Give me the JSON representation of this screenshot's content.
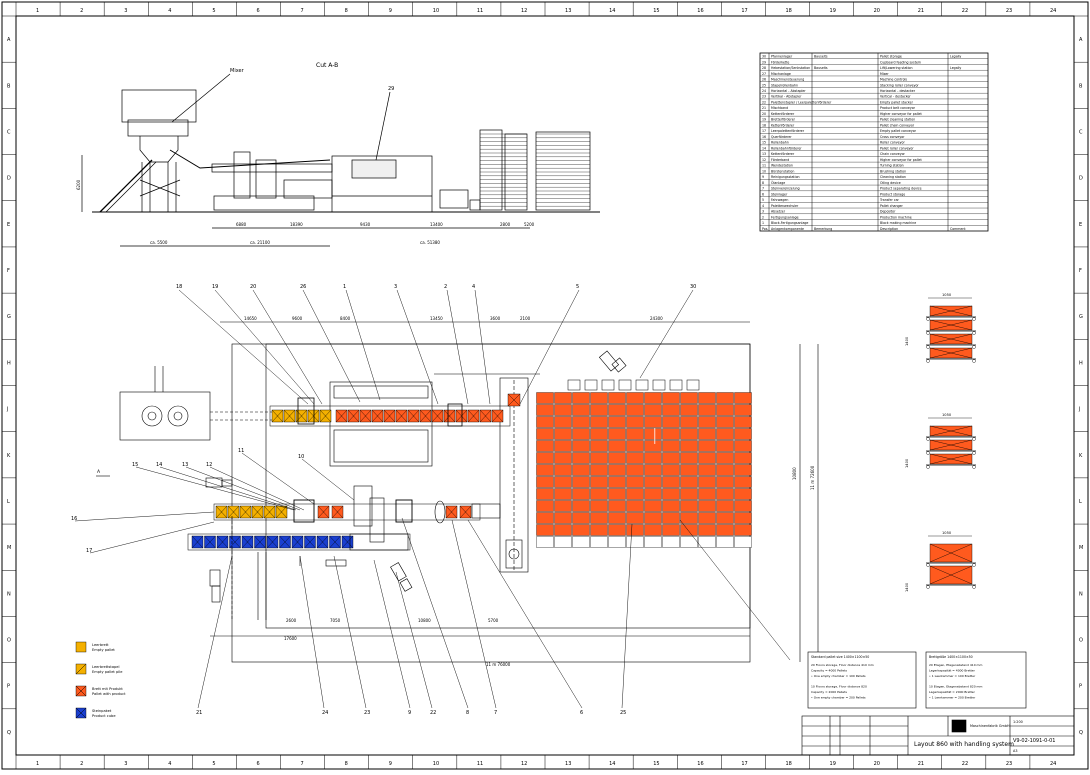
{
  "sheet": {
    "top_numbers": [
      "1",
      "2",
      "3",
      "4",
      "5",
      "6",
      "7",
      "8",
      "9",
      "10",
      "11",
      "12",
      "13",
      "14",
      "15",
      "16",
      "17",
      "18",
      "19",
      "20",
      "21",
      "22",
      "23",
      "24"
    ],
    "side_letters": [
      "A",
      "B",
      "C",
      "D",
      "E",
      "F",
      "G",
      "H",
      "J",
      "K",
      "L",
      "M",
      "N",
      "O",
      "P",
      "Q"
    ]
  },
  "section": {
    "title": "Cut A-B",
    "mixer_label": "Mixer",
    "callout": "29",
    "dim_height": "6200",
    "dims_top": [
      "6880",
      "18390",
      "9430",
      "13400",
      "2800",
      "5200"
    ],
    "dims_bottom": [
      "ca. 5500",
      "ca. 21100",
      "ca. 51380"
    ]
  },
  "parts_table": {
    "rows": [
      {
        "no": "30",
        "de": "Pfannenlager",
        "qty": "Bauseits",
        "en": "Pallet storage",
        "note": "Legally"
      },
      {
        "no": "29",
        "de": "Förderkette",
        "qty": "",
        "en": "Cupboard feeding system",
        "note": ""
      },
      {
        "no": "28",
        "de": "Hebestation/Senkstation",
        "qty": "Bauseits",
        "en": "Lift/Lowering station",
        "note": "Legally"
      },
      {
        "no": "27",
        "de": "Mischanlage",
        "qty": "",
        "en": "Mixer",
        "note": ""
      },
      {
        "no": "26",
        "de": "Maschinensteuerung",
        "qty": "",
        "en": "Machine controls",
        "note": ""
      },
      {
        "no": "25",
        "de": "Stapelrollenbahn",
        "qty": "",
        "en": "Stacking roller conveyor",
        "note": ""
      },
      {
        "no": "24",
        "de": "Horizontal - Abstapler",
        "qty": "",
        "en": "Horizontal - destacker",
        "note": ""
      },
      {
        "no": "23",
        "de": "Vertikal - Abstapler",
        "qty": "",
        "en": "Vertical - destacker",
        "note": ""
      },
      {
        "no": "22",
        "de": "Palettenstapler / Leerpalettenförderer",
        "qty": "",
        "en": "Empty pallet stacker",
        "note": ""
      },
      {
        "no": "21",
        "de": "Mischband",
        "qty": "",
        "en": "Product belt conveyor",
        "note": ""
      },
      {
        "no": "20",
        "de": "Kettenförderer",
        "qty": "",
        "en": "Higher conveyor for pallet",
        "note": ""
      },
      {
        "no": "19",
        "de": "Bretterförderer",
        "qty": "",
        "en": "Pallet cleaning station",
        "note": ""
      },
      {
        "no": "18",
        "de": "Kettenförderer",
        "qty": "",
        "en": "Pallet chain conveyor",
        "note": ""
      },
      {
        "no": "17",
        "de": "Leerpalettenförderer",
        "qty": "",
        "en": "Empty pallet conveyor",
        "note": ""
      },
      {
        "no": "16",
        "de": "Querförderer",
        "qty": "",
        "en": "Cross conveyor",
        "note": ""
      },
      {
        "no": "15",
        "de": "Rollenbahn",
        "qty": "",
        "en": "Roller conveyor",
        "note": ""
      },
      {
        "no": "14",
        "de": "Rollenbahnförderer",
        "qty": "",
        "en": "Pallet roller conveyor",
        "note": ""
      },
      {
        "no": "13",
        "de": "Kettenförderer",
        "qty": "",
        "en": "Chain conveyor",
        "note": ""
      },
      {
        "no": "12",
        "de": "Förderband",
        "qty": "",
        "en": "Higher conveyor for pallet",
        "note": ""
      },
      {
        "no": "11",
        "de": "Wendestation",
        "qty": "",
        "en": "Turning station",
        "note": ""
      },
      {
        "no": "10",
        "de": "Bürstenstation",
        "qty": "",
        "en": "Brushing station",
        "note": ""
      },
      {
        "no": "9",
        "de": "Reinigungsstation",
        "qty": "",
        "en": "Cleaning station",
        "note": ""
      },
      {
        "no": "8",
        "de": "Ölanlage",
        "qty": "",
        "en": "Oiling device",
        "note": ""
      },
      {
        "no": "7",
        "de": "Steinvereinzelung",
        "qty": "",
        "en": "Product separating device",
        "note": ""
      },
      {
        "no": "6",
        "de": "Steinlager",
        "qty": "",
        "en": "Product storage",
        "note": ""
      },
      {
        "no": "5",
        "de": "Fahrwagen",
        "qty": "",
        "en": "Transfer car",
        "note": ""
      },
      {
        "no": "4",
        "de": "Palettenwechsler",
        "qty": "",
        "en": "Pallet changer",
        "note": ""
      },
      {
        "no": "3",
        "de": "Absetzer",
        "qty": "",
        "en": "Depositor",
        "note": ""
      },
      {
        "no": "2",
        "de": "Fertigungsanlage",
        "qty": "",
        "en": "Production machine",
        "note": ""
      },
      {
        "no": "1",
        "de": "Block-Fertigungsanlage",
        "qty": "",
        "en": "Block making machine",
        "note": ""
      }
    ],
    "header": {
      "no": "Pos.",
      "de": "Anlagenkomponente",
      "qty": "Bemerkung",
      "en": "Description",
      "note": "Comment"
    }
  },
  "plan": {
    "callouts_top": [
      "18",
      "19",
      "20",
      "26",
      "1",
      "3",
      "2",
      "4",
      "5",
      "30"
    ],
    "callouts_left": [
      "15",
      "14",
      "13",
      "12",
      "11",
      "10",
      "16",
      "17"
    ],
    "callouts_bottom": [
      "21",
      "24",
      "23",
      "9",
      "22",
      "8",
      "7",
      "6",
      "25"
    ],
    "dims_top": [
      "14650",
      "9600",
      "8400",
      "13450",
      "3600",
      "2100",
      "24300"
    ],
    "dims_bottom": [
      "2600",
      "7050",
      "10800",
      "5700",
      "17600",
      "11 m 76000"
    ],
    "dims_right": [
      "10800",
      "11 m 72600"
    ],
    "section_marker": "A"
  },
  "legend": [
    {
      "line1": "Leerbrett",
      "line2": "Empty pallet",
      "color": "#f4b000"
    },
    {
      "line1": "Leerbrettstapel",
      "line2": "Empty pallet pile",
      "color": "#f4b000"
    },
    {
      "line1": "Brett mit Produkt",
      "line2": "Pallet with product",
      "color": "#ff5a1e"
    },
    {
      "line1": "Steinpaket",
      "line2": "Product cube",
      "color": "#1a3fd0"
    }
  ],
  "info_boxes": [
    {
      "title": "Standard pallet size 1400×1100×50",
      "lines": [
        "20 Floors storage, Floor distance 410 mm",
        "Capacity = 4000 Pallets",
        "• One empty chamber = 100 Pallets",
        "",
        "10 Floors storage, Floor distance 820",
        "Capacity = 2000 Pallets",
        "• One empty chamber = 200 Pallets"
      ]
    },
    {
      "title": "Brettgröße 1400×1100×50",
      "lines": [
        "20 Etagen, Etagenabstand 410 mm",
        "Lagerkapazität = 4000 Bretter",
        "• 1 Leerkammer = 100 Bretter",
        "",
        "10 Etagen, Etagenabstand 820 mm",
        "Lagerkapazität = 2000 Bretter",
        "• 1 Leerkammer = 200 Bretter"
      ]
    }
  ],
  "side_views": {
    "dims": [
      "1050",
      "1400",
      "1050",
      "1400",
      "1050",
      "1400"
    ]
  },
  "title_block": {
    "title": "Layout 860 with handling system",
    "drawing_number": "V9-02-1091-0-01",
    "company": "Maschinenfabrik GmbH",
    "scale": "1:200",
    "format": "A3"
  }
}
